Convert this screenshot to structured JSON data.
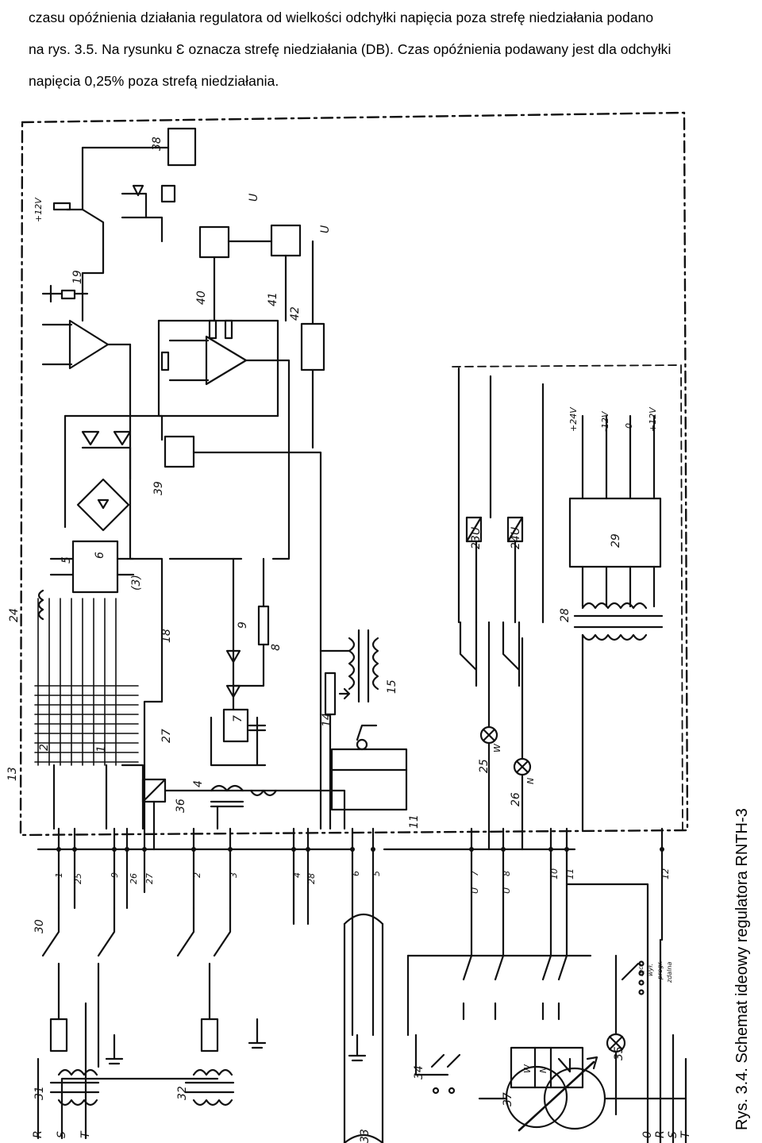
{
  "text": {
    "lines": [
      "czasu opóźnienia działania regulatora od wielkości odchyłki napięcia poza strefę niedziałania podano",
      "na rys. 3.5. Na rysunku Ɛ oznacza strefę niedziałania (DB). Czas opóźnienia podawany jest dla odchyłki",
      "napięcia 0,25% poza strefą niedziałania."
    ]
  },
  "figure": {
    "caption": "Rys. 3.4. Schemat ideowy regulatora RNTH-3",
    "bottom_labels": [
      "R",
      "S",
      "T"
    ],
    "grid_labels": [
      "0",
      "R",
      "S",
      "T"
    ],
    "components": [
      "30",
      "31",
      "32",
      "33",
      "34",
      "35",
      "37",
      "36",
      "11",
      "25",
      "26",
      "28",
      "29",
      "38",
      "39",
      "40",
      "41",
      "42",
      "19",
      "14",
      "15",
      "8",
      "9",
      "7",
      "5",
      "6",
      "4",
      "2",
      "1",
      "13",
      "24",
      "18",
      "27",
      "23",
      "24"
    ],
    "terminals": [
      "1",
      "25",
      "9",
      "26",
      "27",
      "2",
      "3",
      "4",
      "28",
      "6",
      "5",
      "7",
      "8",
      "10",
      "11",
      "12"
    ],
    "terminal_tags": [
      "U",
      "U"
    ],
    "supply_labels": [
      "+24V",
      "-12V",
      "0",
      "+12V",
      "+12V"
    ],
    "switch_labels": [
      "ręcz.",
      "wył.",
      "progr.",
      "zdalna"
    ],
    "lamp_labels": [
      "W",
      "N"
    ],
    "meter_labels": [
      "W",
      "N"
    ],
    "relay_labels": [
      "23U",
      "24U"
    ],
    "signal_labels": [
      "U",
      "U"
    ],
    "group_label": "(3)"
  }
}
